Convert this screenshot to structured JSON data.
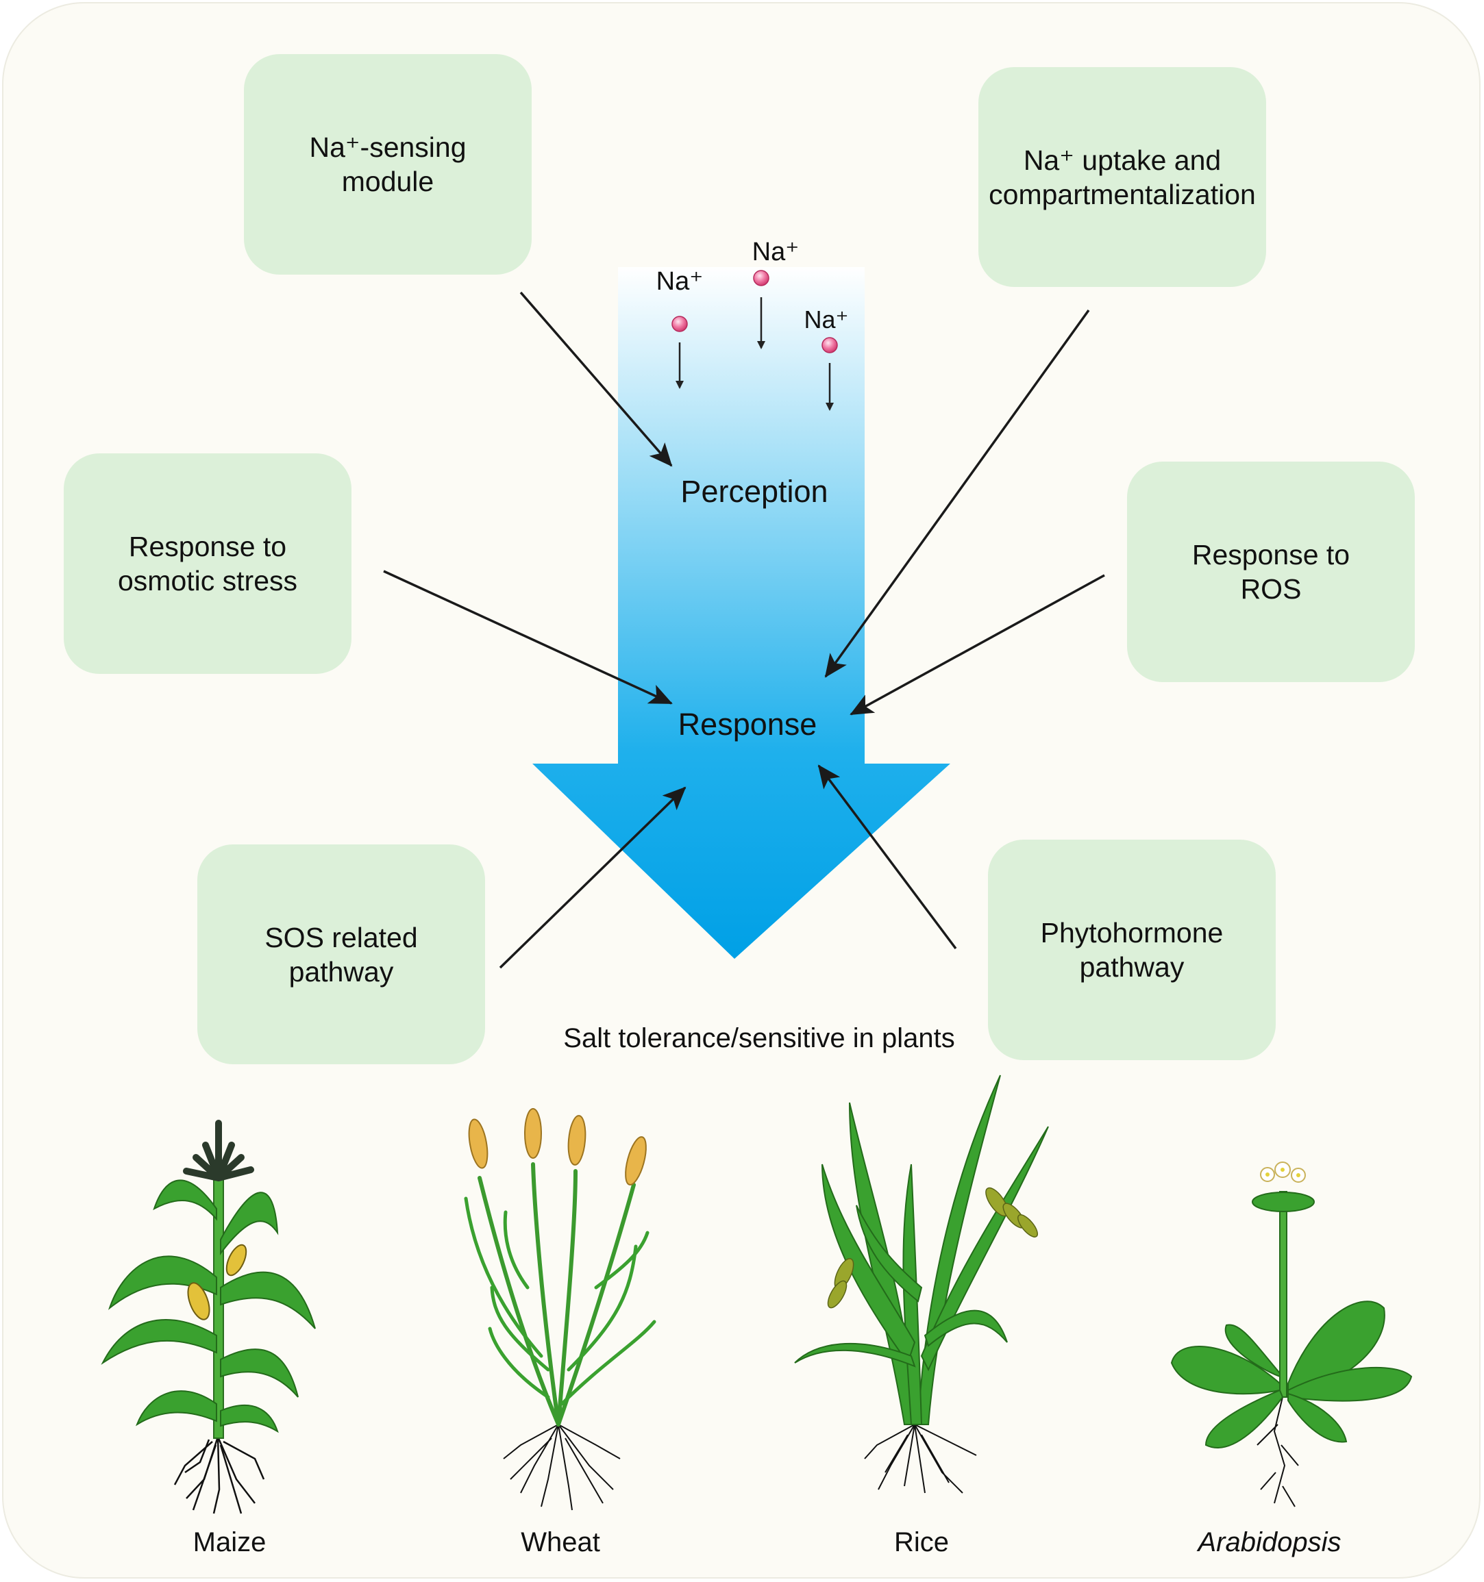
{
  "boxes": {
    "na_sensing": {
      "line1": "Na⁺-sensing",
      "line2": "module"
    },
    "na_uptake": {
      "line1": "Na⁺ uptake and",
      "line2": "compartmentalization"
    },
    "osmotic": {
      "line1": "Response to",
      "line2": "osmotic stress"
    },
    "ros": {
      "line1": "Response to",
      "line2": "ROS"
    },
    "sos": {
      "line1": "SOS related",
      "line2": "pathway"
    },
    "phytohormone": {
      "line1": "Phytohormone",
      "line2": "pathway"
    }
  },
  "ions": {
    "label": "Na⁺"
  },
  "arrow_labels": {
    "perception": "Perception",
    "response": "Response"
  },
  "caption": "Salt tolerance/sensitive in plants",
  "plants": [
    "Maize",
    "Wheat",
    "Rice",
    "Arabidopsis"
  ],
  "colors": {
    "box_fill": "#dcf0d9",
    "arrow_top": "#ffffff",
    "arrow_bottom": "#00a3e8",
    "ion": "#e0457b",
    "leaf": "#3aa12f"
  }
}
